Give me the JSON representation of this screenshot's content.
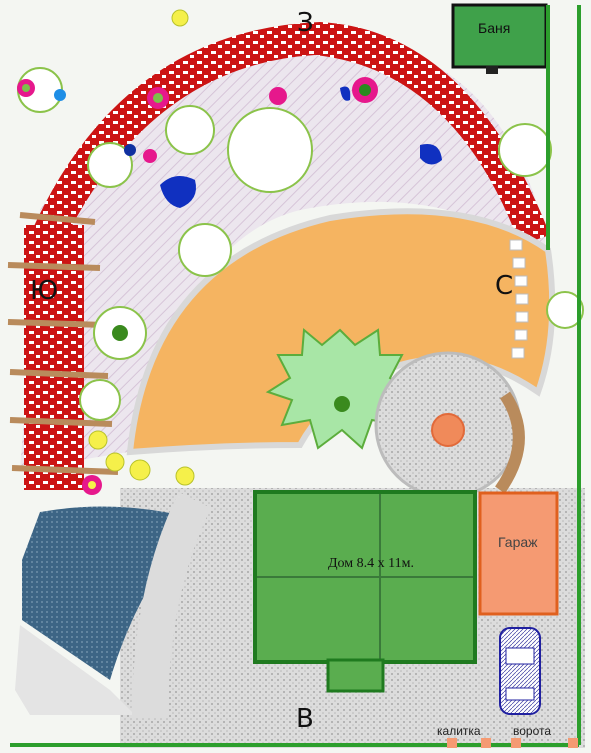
{
  "labels": {
    "west": "З",
    "south": "Ю",
    "north": "С",
    "east": "В",
    "bathhouse": "Баня",
    "house": "Дом 8.4 х 11м.",
    "garage": "Гараж",
    "wicket": "калитка",
    "gate": "ворота"
  },
  "colors": {
    "lawn_orange": "#f5b461",
    "house_green": "#5aad4f",
    "house_border": "#1f7a1f",
    "garage_fill": "#f59a72",
    "garage_border": "#e0601e",
    "flowerbed_red": "#cc1414",
    "pond_blue": "#3d6585",
    "fence_green": "#2c9e2c",
    "paving_grey": "#cfcfcf"
  }
}
